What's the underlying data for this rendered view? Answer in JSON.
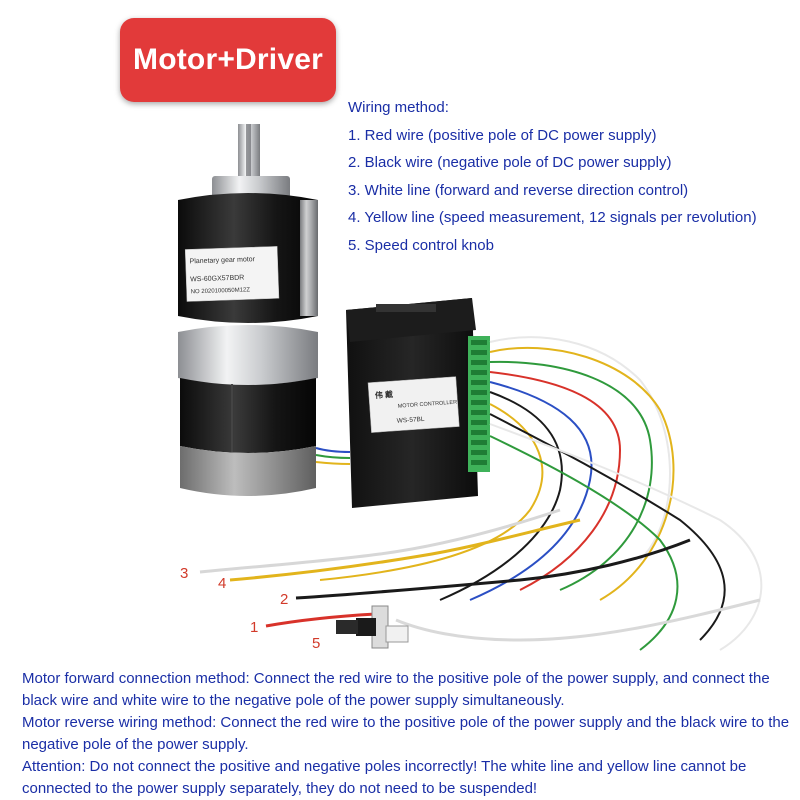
{
  "banner": {
    "title": "Motor+Driver"
  },
  "wiring": {
    "heading": "Wiring method:",
    "items": [
      "1. Red wire (positive pole of DC power supply)",
      "2. Black wire (negative pole of DC power supply)",
      "3. White line (forward and reverse direction control)",
      "4. Yellow line (speed measurement, 12 signals per revolution)",
      "5. Speed control knob"
    ]
  },
  "photo": {
    "motor_label": "Planetary gear motor",
    "motor_model": "WS-60GX57BDR",
    "motor_no": "NO 2020100050M12Z",
    "controller_title": "MOTOR CONTROLLER",
    "controller_model": "WS-57BL",
    "callouts": [
      "3",
      "4",
      "2",
      "1",
      "5"
    ],
    "colors": {
      "red_wire": "#d8322a",
      "black_wire": "#1a1a1a",
      "white_wire": "#e8e8e8",
      "yellow_wire": "#e2b41c",
      "green_wire": "#2f9a3c",
      "blue_wire": "#2b4fc4"
    }
  },
  "notes": {
    "forward": "Motor forward connection method: Connect the red wire to the positive pole of the power supply, and connect the black wire and white wire to the negative pole of the power supply simultaneously.",
    "reverse": "Motor reverse wiring method: Connect the red wire to the positive pole of the power supply and the black wire to the negative pole of the power supply.",
    "attention": "Attention: Do not connect the positive and negative poles incorrectly! The white line and yellow line cannot be connected to the power supply separately, they do not need to be suspended!"
  },
  "theme": {
    "text": "#1a2ea6",
    "banner_bg": "#e23a3a",
    "banner_text": "#ffffff"
  }
}
